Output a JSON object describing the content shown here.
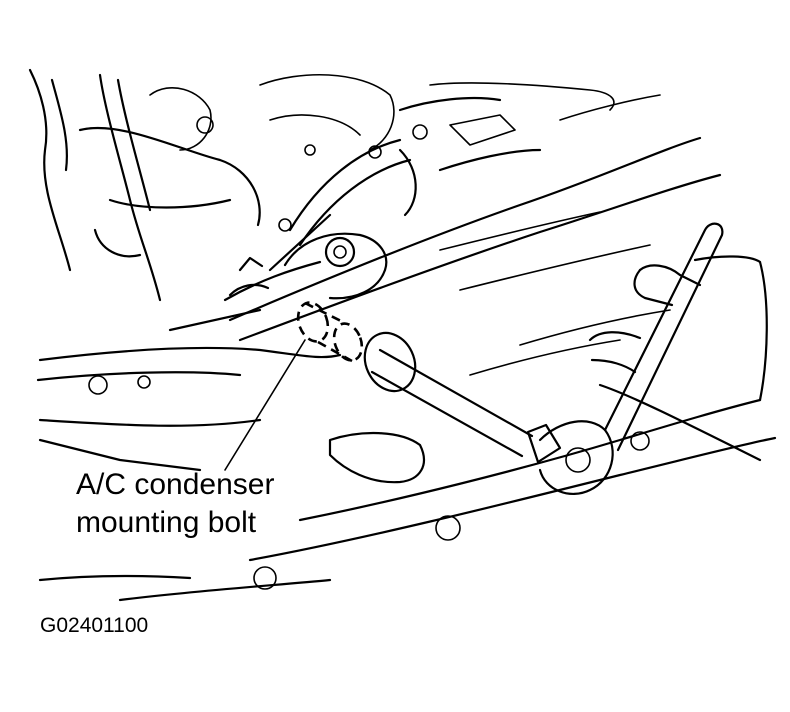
{
  "callout": {
    "line1": "A/C condenser",
    "line2": "mounting bolt"
  },
  "figure_id": "G02401100",
  "colors": {
    "line": "#000000",
    "background": "#ffffff"
  }
}
